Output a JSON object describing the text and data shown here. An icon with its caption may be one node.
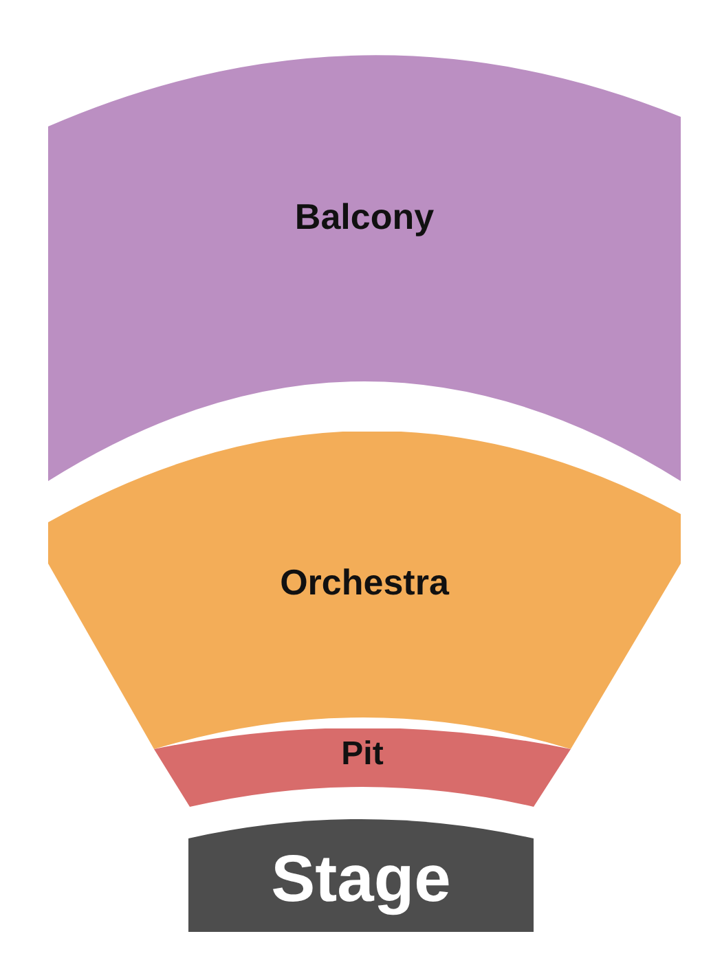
{
  "diagram": {
    "nodes": [
      {
        "text": [
          "Balcony"
        ]
      },
      {
        "text": [
          "Orchestra"
        ]
      },
      {
        "text": [
          "Pit"
        ]
      },
      {
        "text": [
          "Stage"
        ]
      }
    ]
  }
}
